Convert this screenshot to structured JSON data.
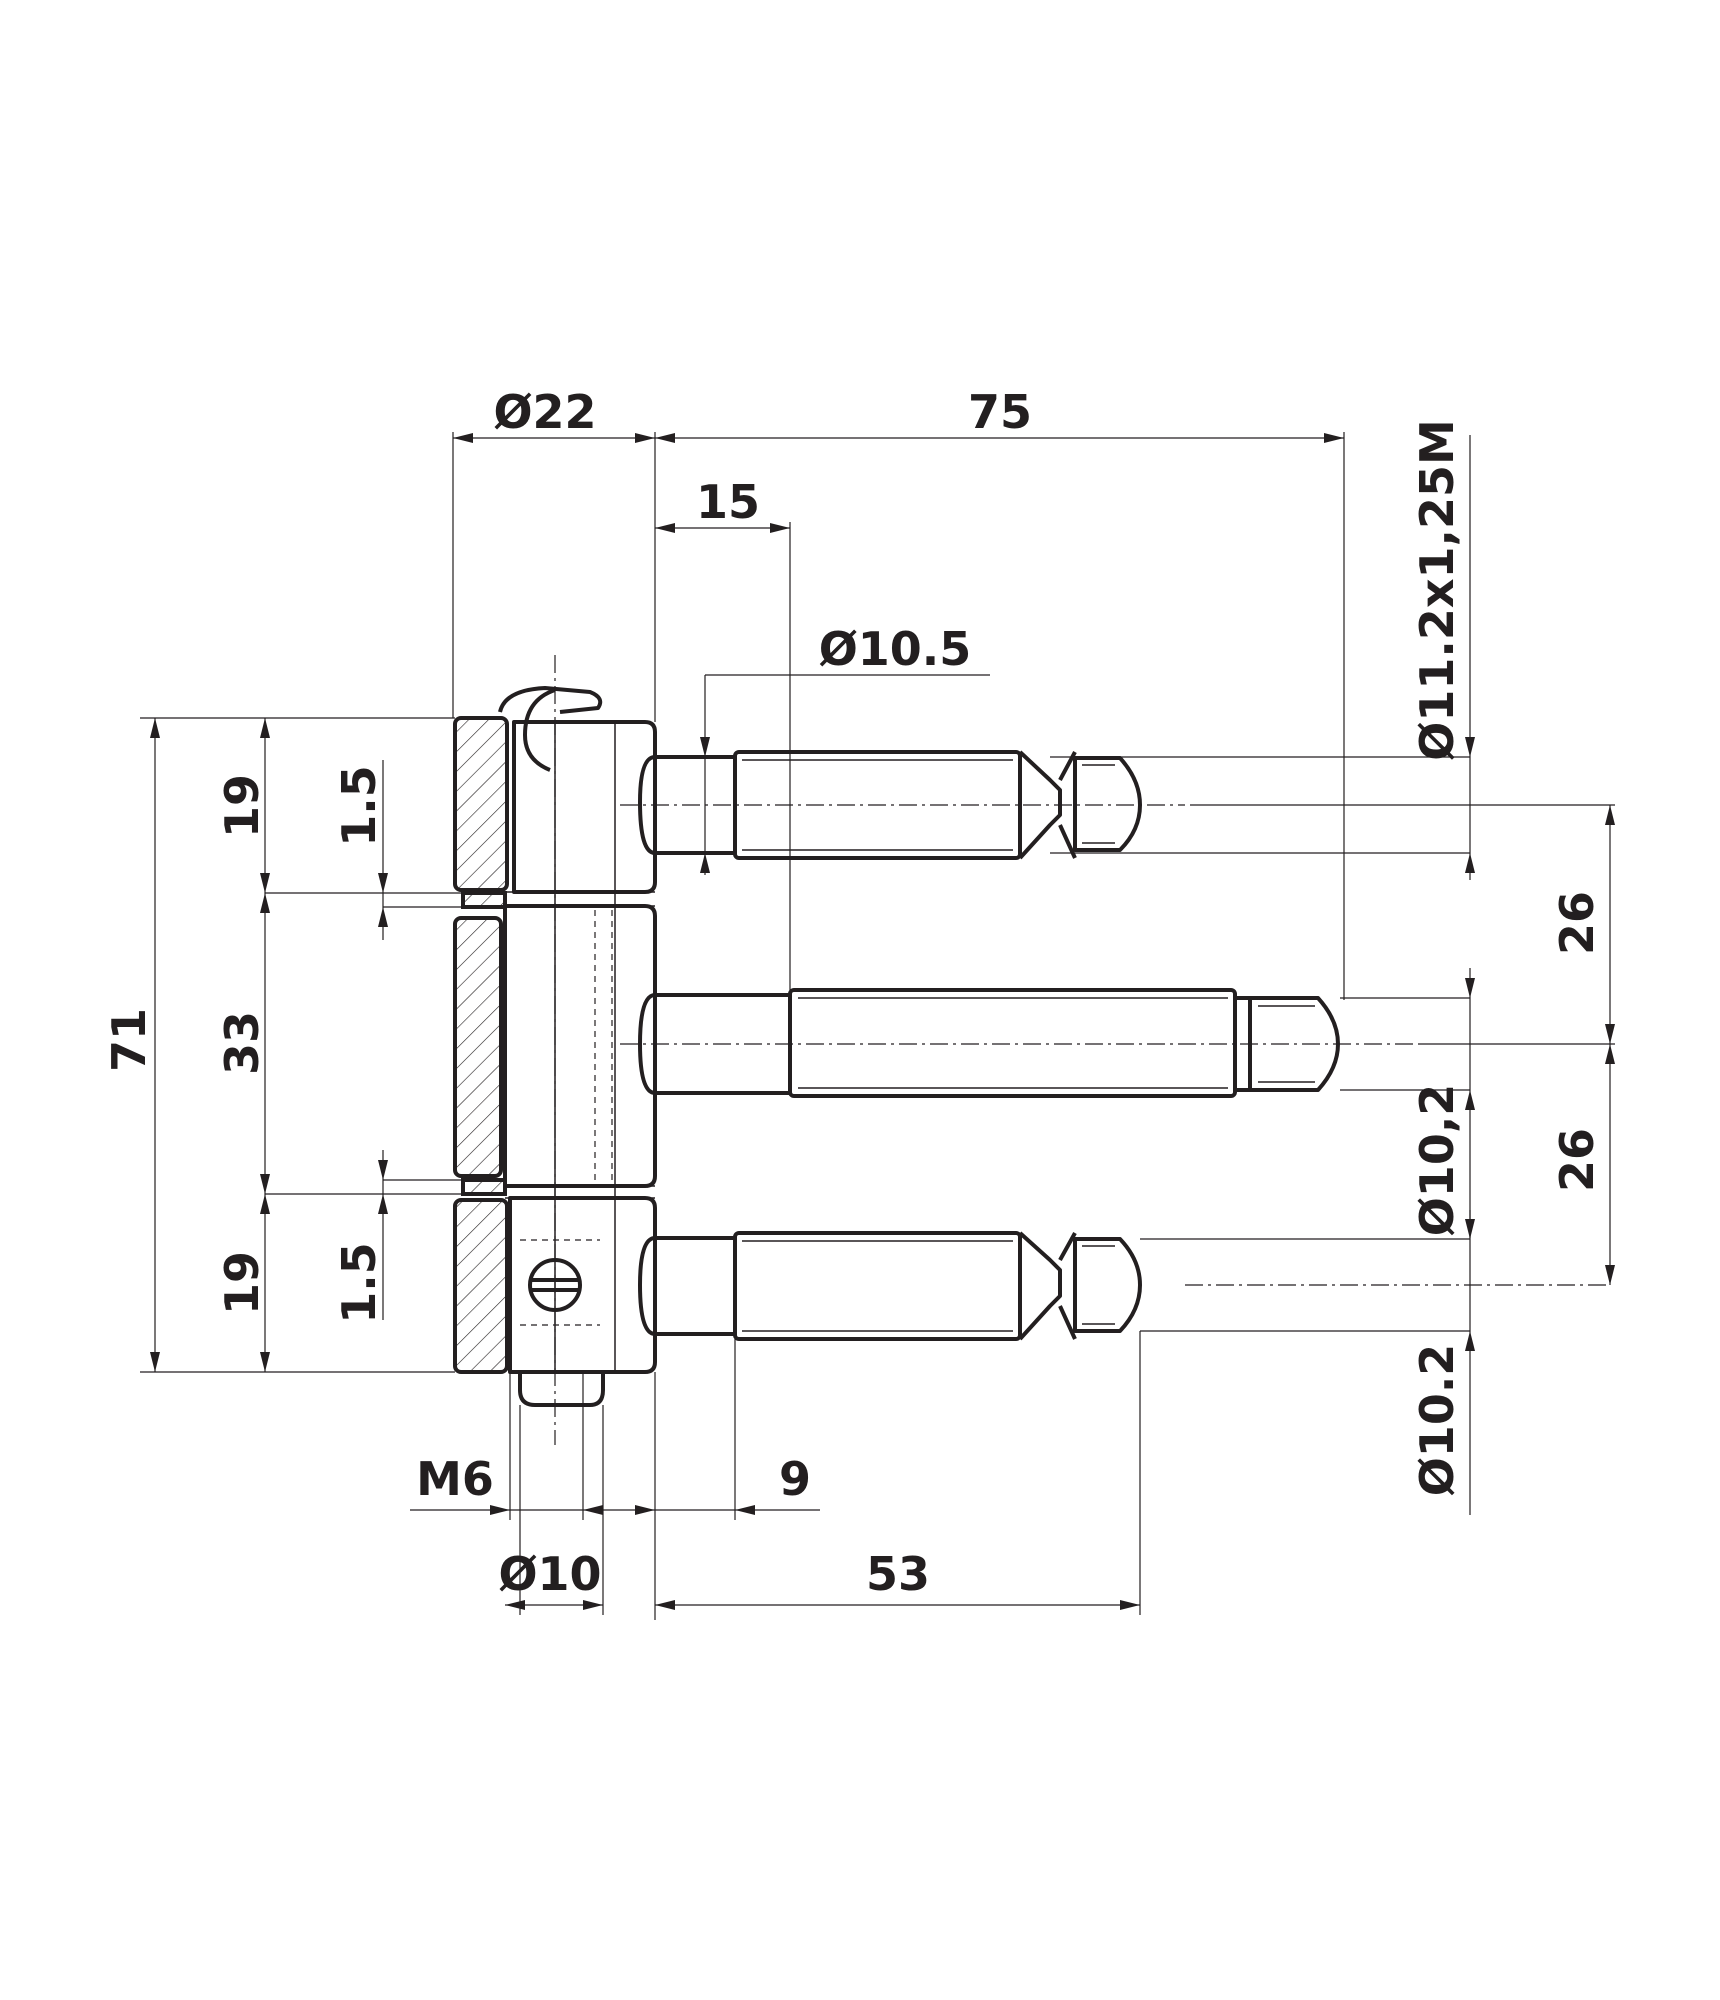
{
  "drawing": {
    "type": "technical-drawing",
    "subject": "concealed door hinge (three-pin bolt hinge)",
    "colors": {
      "line": "#231f20",
      "background": "#ffffff"
    }
  },
  "dimensions": {
    "d22": "Ø22",
    "d75": "75",
    "d15": "15",
    "d10_5": "Ø10.5",
    "thread": "Ø11.2x1,25M",
    "h71": "71",
    "h19_top": "19",
    "h33": "33",
    "h19_bottom": "19",
    "h1_5_top": "1.5",
    "h1_5_bottom": "1.5",
    "v26_top": "26",
    "v26_bottom": "26",
    "d10_2_comma": "Ø10,2",
    "d10_2_dot": "Ø10.2",
    "m6": "M6",
    "d9": "9",
    "d10": "Ø10",
    "d53": "53"
  }
}
